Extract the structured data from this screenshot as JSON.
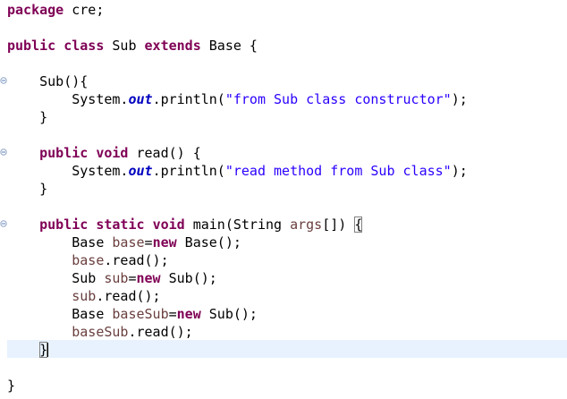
{
  "code": {
    "package_kw": "package",
    "package_name": " cre;",
    "class_decl": {
      "kw1": "public",
      "kw2": "class",
      "name": " Sub ",
      "kw3": "extends",
      "rest": " Base {"
    },
    "constructor": {
      "sig": "Sub(){",
      "sysout_prefix": "System.",
      "out": "out",
      "println": ".println(",
      "string": "\"from Sub class constructor\"",
      "end": ");",
      "close": "}"
    },
    "read_method": {
      "kw1": "public",
      "kw2": "void",
      "sig": " read() {",
      "sysout_prefix": "System.",
      "out": "out",
      "println": ".println(",
      "string": "\"read method from Sub class\"",
      "end": ");",
      "close": "}"
    },
    "main_method": {
      "kw1": "public",
      "kw2": "static",
      "kw3": "void",
      "sig_a": " main(String ",
      "args": "args",
      "sig_b": "[]) ",
      "open_brace": "{",
      "line1_type": "Base ",
      "line1_var": "base",
      "line1_eq": "=",
      "line1_new": "new",
      "line1_rest": " Base();",
      "line2_var": "base",
      "line2_rest": ".read();",
      "line3_type": "Sub ",
      "line3_var": "sub",
      "line3_eq": "=",
      "line3_new": "new",
      "line3_rest": " Sub();",
      "line4_var": "sub",
      "line4_rest": ".read();",
      "line5_type": "Base ",
      "line5_var": "baseSub",
      "line5_eq": "=",
      "line5_new": "new",
      "line5_rest": " Sub();",
      "line6_var": "baseSub",
      "line6_rest": ".read();",
      "close": "}"
    },
    "class_close": "}"
  },
  "colors": {
    "keyword": "#7f0055",
    "string": "#2a00ff",
    "static_field": "#0000c0",
    "local_variable": "#6a3e3e",
    "current_line_highlight": "#e8f2fe",
    "fold_marker": "#8fa6c9"
  },
  "icons": {
    "fold_marker": "collapse-marker-icon"
  }
}
